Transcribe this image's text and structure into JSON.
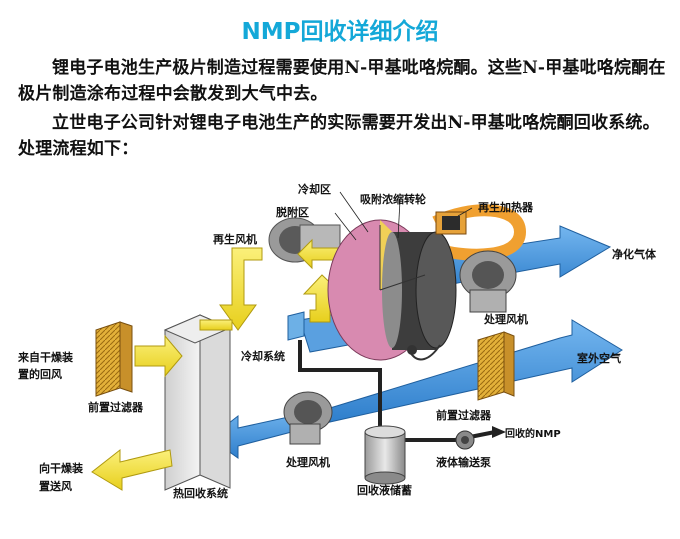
{
  "title": "NMP回收详细介绍",
  "intro": {
    "p1": "锂电子电池生产极片制造过程需要使用N-甲基吡咯烷酮。这些N-甲基吡咯烷酮在极片制造涂布过程中会散发到大气中去。",
    "p2": "立世电子公司针对锂电子电池生产的实际需要开发出N-甲基吡咯烷酮回收系统。处理流程如下："
  },
  "labels": {
    "cooling_zone": "冷却区",
    "adsorption_wheel": "吸附浓缩转轮",
    "desorption_zone": "脱附区",
    "regen_heater": "再生加热器",
    "regen_fan": "再生风机",
    "clean_gas": "净化气体",
    "process_fan_right": "处理风机",
    "outdoor_air": "室外空气",
    "return_air_1": "来自干燥装",
    "return_air_2": "置的回风",
    "cooling_system": "冷却系统",
    "prefilter_left": "前置过滤器",
    "prefilter_right": "前置过滤器",
    "recovered_nmp": "回收的NMP",
    "liquid_pump": "液体输送泵",
    "supply_air_1": "向干燥装",
    "supply_air_2": "置送风",
    "process_fan_bottom": "处理风机",
    "heat_recovery": "热回收系统",
    "recovery_tank": "回收液储蓄"
  },
  "colors": {
    "title": "#14a8d8",
    "blue_flow": "#3f8fd6",
    "yellow_flow": "#f0dd3a",
    "orange_duct": "#f0a030",
    "wheel": "#d88ab0"
  }
}
